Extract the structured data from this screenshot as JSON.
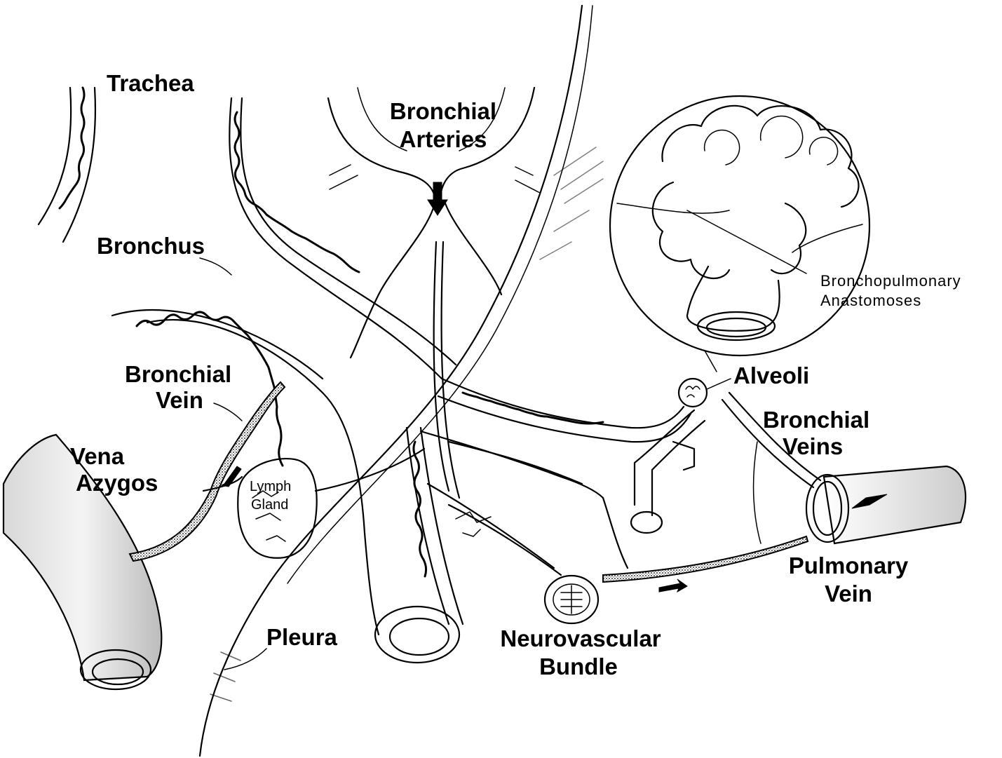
{
  "labels": {
    "trachea": "Trachea",
    "bronchial_arteries_1": "Bronchial",
    "bronchial_arteries_2": "Arteries",
    "bronchus": "Bronchus",
    "bronchopulmonary_1": "Bronchopulmonary",
    "bronchopulmonary_2": "Anastomoses",
    "bronchial_vein_1": "Bronchial",
    "bronchial_vein_2": "Vein",
    "alveoli": "Alveoli",
    "bronchial_veins_1": "Bronchial",
    "bronchial_veins_2": "Veins",
    "vena_azygos_1": "Vena",
    "vena_azygos_2": "Azygos",
    "lymph_gland_1": "Lymph",
    "lymph_gland_2": "Gland",
    "pulmonary_vein_1": "Pulmonary",
    "pulmonary_vein_2": "Vein",
    "pleura": "Pleura",
    "neurovascular_1": "Neurovascular",
    "neurovascular_2": "Bundle"
  },
  "colors": {
    "ink": "#000000",
    "paper": "#ffffff"
  }
}
